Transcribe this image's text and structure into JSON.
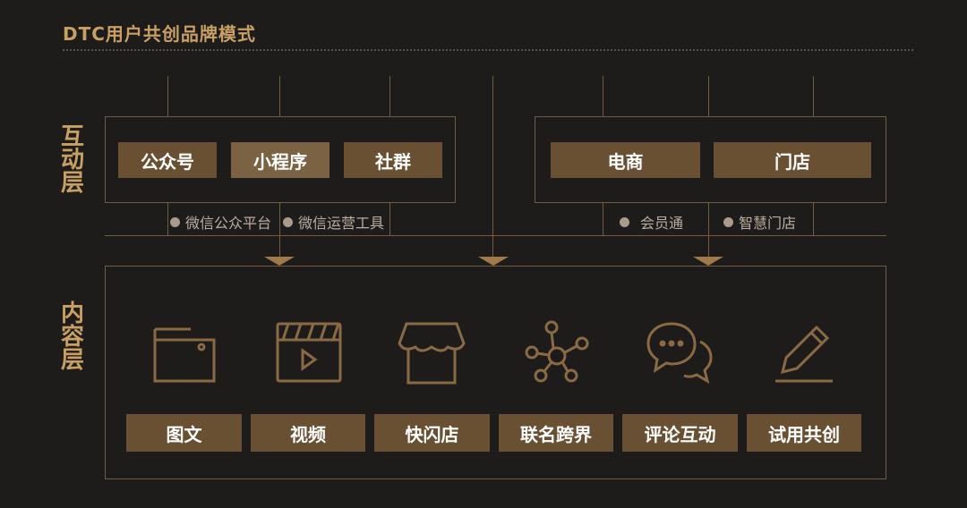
{
  "title": "DTC用户共创品牌模式",
  "interaction_layer": {
    "label": [
      "互",
      "动",
      "层"
    ],
    "left_buttons": [
      "公众号",
      "小程序",
      "社群"
    ],
    "right_buttons": [
      "电商",
      "门店"
    ],
    "notes": [
      "微信公众平台",
      "微信运营工具",
      "会员通",
      "智慧门店"
    ]
  },
  "content_layer": {
    "label": [
      "内",
      "容",
      "层"
    ],
    "items": [
      {
        "icon": "wallet-icon",
        "label": "图文"
      },
      {
        "icon": "video-clapper-icon",
        "label": "视频"
      },
      {
        "icon": "store-icon",
        "label": "快闪店"
      },
      {
        "icon": "network-icon",
        "label": "联名跨界"
      },
      {
        "icon": "chat-bubbles-icon",
        "label": "评论互动"
      },
      {
        "icon": "pen-icon",
        "label": "试用共创"
      }
    ]
  },
  "colors": {
    "accent": "#c9a063",
    "button": "#6a5033",
    "line": "#6e5c43",
    "background": "#1e1c1a"
  }
}
